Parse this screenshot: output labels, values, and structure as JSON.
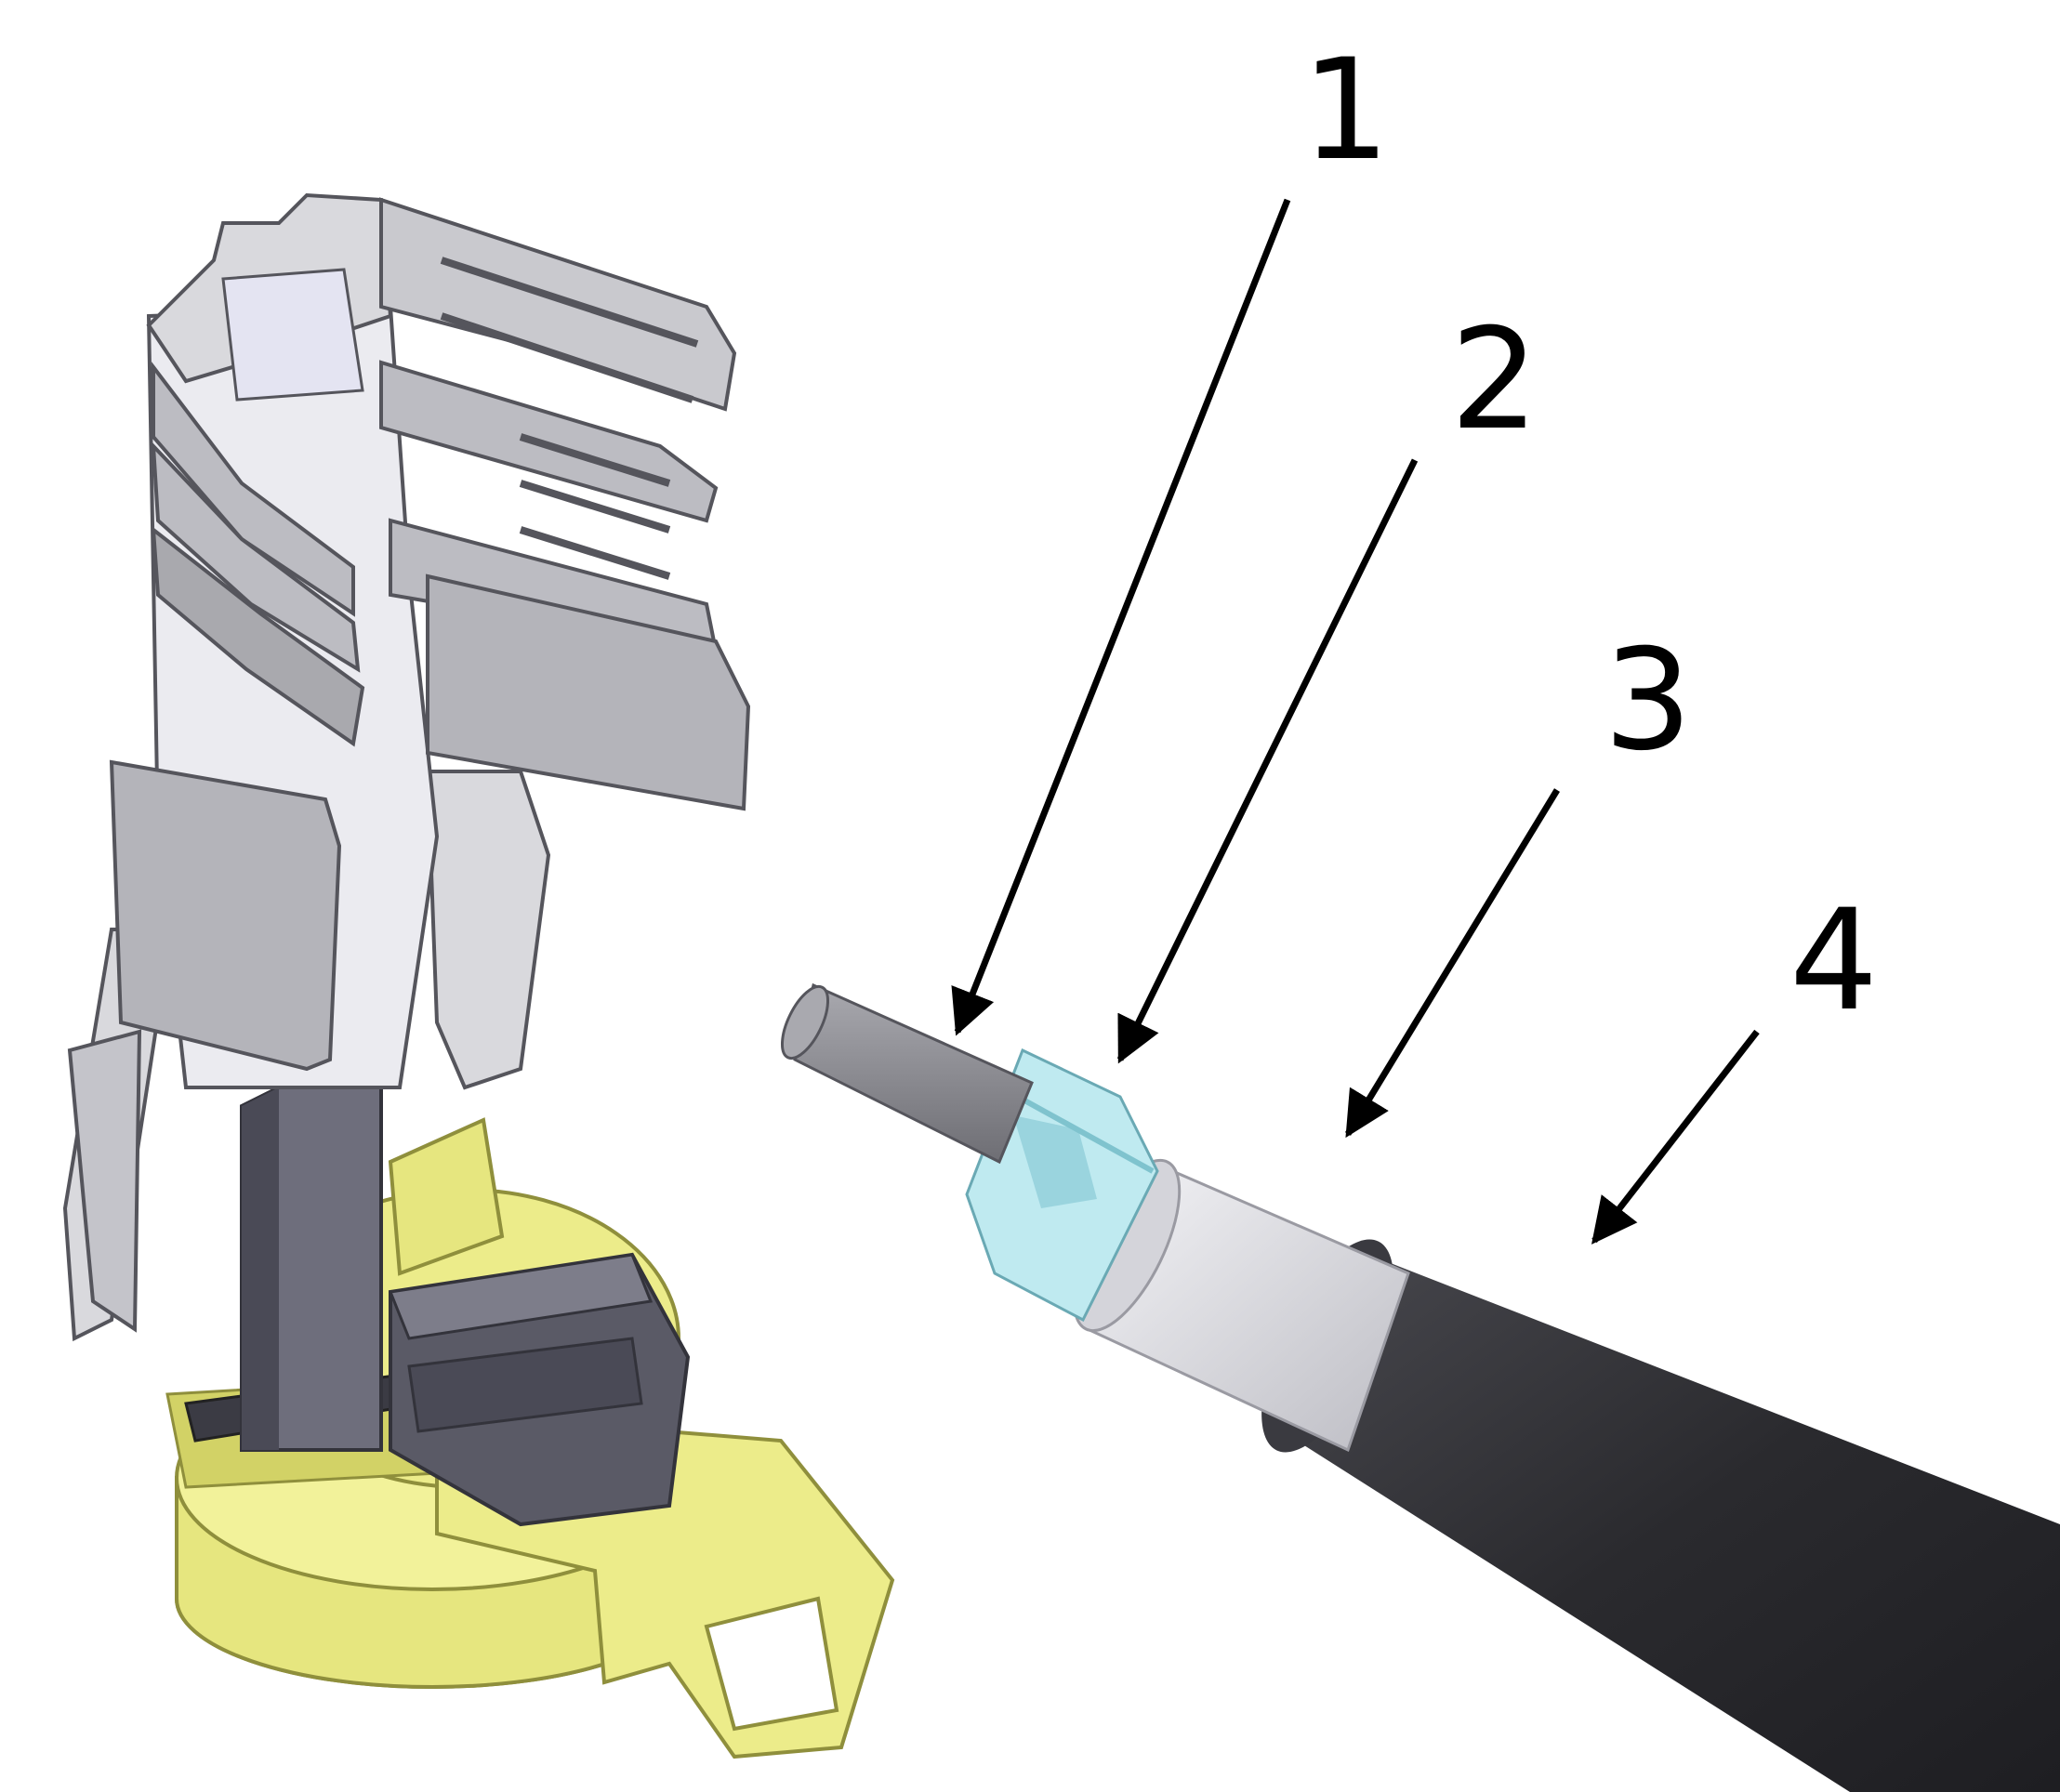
{
  "colors": {
    "background": "#ffffff",
    "clip_metal": "#d9d9dd",
    "clip_metal_shadow": "#a9a9ae",
    "clip_outline": "#55555c",
    "pin_body": "#6e6e7c",
    "pin_dark": "#4a4a56",
    "housing_yellow": "#ecec8a",
    "housing_yellow_dark": "#c9c95c",
    "conductor": "#8d8d93",
    "dielectric": "#bfeaf0",
    "shield": "#e3e3e8",
    "jacket": "#2f2f33",
    "leader": "#000000"
  },
  "icons": {
    "clip": "crimp-clip-icon",
    "contact": "inner-contact-icon",
    "housing": "yellow-housing-icon",
    "cable": "coax-cable-icon"
  },
  "callouts": [
    {
      "label": "1",
      "target": "center-conductor"
    },
    {
      "label": "2",
      "target": "dielectric-insulator"
    },
    {
      "label": "3",
      "target": "shield-braid"
    },
    {
      "label": "4",
      "target": "outer-jacket"
    }
  ]
}
